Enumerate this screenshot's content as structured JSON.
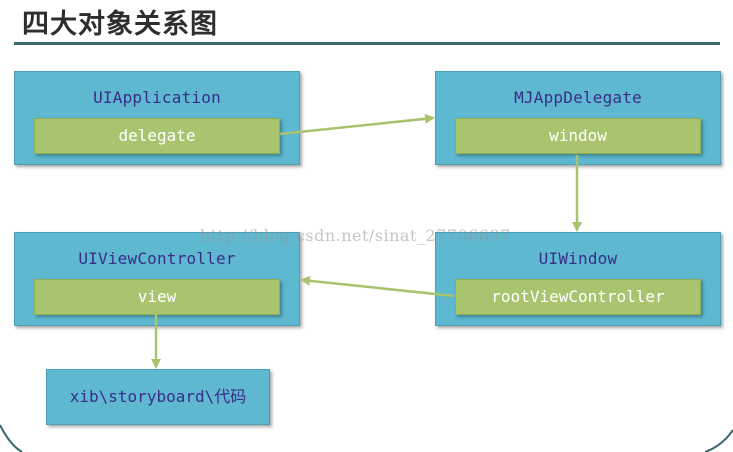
{
  "title": "四大对象关系图",
  "watermark": "http://blog.csdn.net/sinat_27706697",
  "colors": {
    "box_fill": "#5db8d0",
    "chip_fill": "#a9c46f",
    "box_text": "#3a2d8a",
    "chip_text": "#ffffff",
    "arrow": "#a9c46f",
    "title_rule": "#3b6a70"
  },
  "nodes": {
    "ui_application": {
      "title": "UIApplication",
      "property": "delegate"
    },
    "app_delegate": {
      "title": "MJAppDelegate",
      "property": "window"
    },
    "ui_view_controller": {
      "title": "UIViewController",
      "property": "view"
    },
    "ui_window": {
      "title": "UIWindow",
      "property": "rootViewController"
    },
    "xib_storyboard": {
      "label": "xib\\storyboard\\代码"
    }
  },
  "edges": [
    {
      "from": "UIApplication.delegate",
      "to": "MJAppDelegate"
    },
    {
      "from": "MJAppDelegate.window",
      "to": "UIWindow"
    },
    {
      "from": "UIWindow.rootViewController",
      "to": "UIViewController"
    },
    {
      "from": "UIViewController.view",
      "to": "xib\\storyboard\\代码"
    }
  ]
}
